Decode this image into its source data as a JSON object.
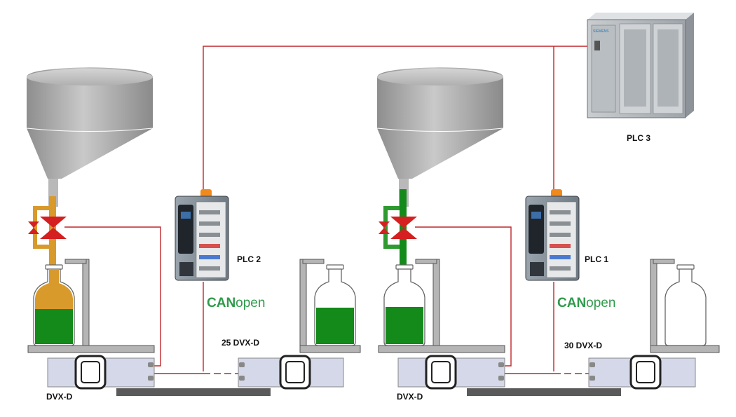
{
  "labels": {
    "plc3": "PLC 3",
    "plc2": "PLC 2",
    "plc1": "PLC 1",
    "dvx_left_1": "DVX-D",
    "dvx_left_2": "DVX-D",
    "dvx_right_1": "25 DVX-D",
    "dvx_right_2": "30 DVX-D",
    "canopen_bold": "CAN",
    "canopen_light": "open"
  },
  "plc3_module": {
    "brand": "SIEMENS"
  },
  "colors": {
    "wire": "#c0262b",
    "canopen": "#2e9b4b",
    "fill_orange": "#d89a2b",
    "fill_green": "#138a1a",
    "valve": "#d42020",
    "hopper": "#a8a8a8",
    "frame": "#8c8c8c",
    "belt": "#5a5a5a"
  }
}
